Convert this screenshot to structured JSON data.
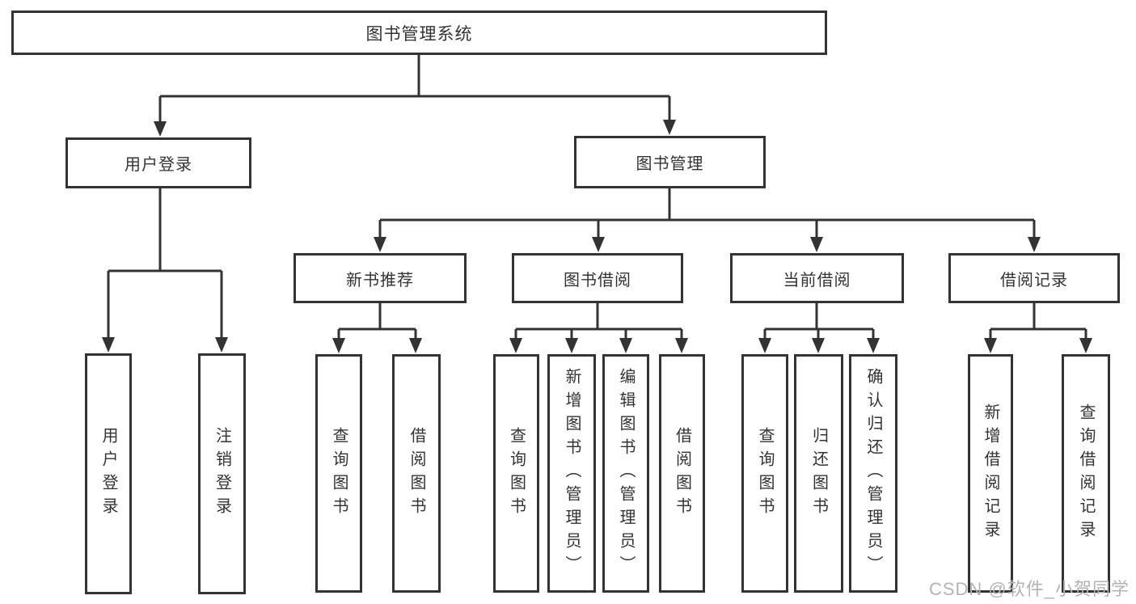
{
  "tree": {
    "label": "图书管理系统",
    "children": [
      {
        "label": "用户登录",
        "children": [
          {
            "label": "用户登录"
          },
          {
            "label": "注销登录"
          }
        ]
      },
      {
        "label": "图书管理",
        "children": [
          {
            "label": "新书推荐",
            "children": [
              {
                "label": "查询图书"
              },
              {
                "label": "借阅图书"
              }
            ]
          },
          {
            "label": "图书借阅",
            "children": [
              {
                "label": "查询图书"
              },
              {
                "label": "新增图书（管理员）"
              },
              {
                "label": "编辑图书（管理员）"
              },
              {
                "label": "借阅图书"
              }
            ]
          },
          {
            "label": "当前借阅",
            "children": [
              {
                "label": "查询图书"
              },
              {
                "label": "归还图书"
              },
              {
                "label": "确认归还（管理员）"
              }
            ]
          },
          {
            "label": "借阅记录",
            "children": [
              {
                "label": "新增借阅记录"
              },
              {
                "label": "查询借阅记录"
              }
            ]
          }
        ]
      }
    ]
  },
  "watermark": {
    "text": "CSDN @软件_小贺同学"
  },
  "colors": {
    "line": "#333333",
    "text": "#333333",
    "watermark": "#b5b2b2",
    "background": "#ffffff"
  }
}
